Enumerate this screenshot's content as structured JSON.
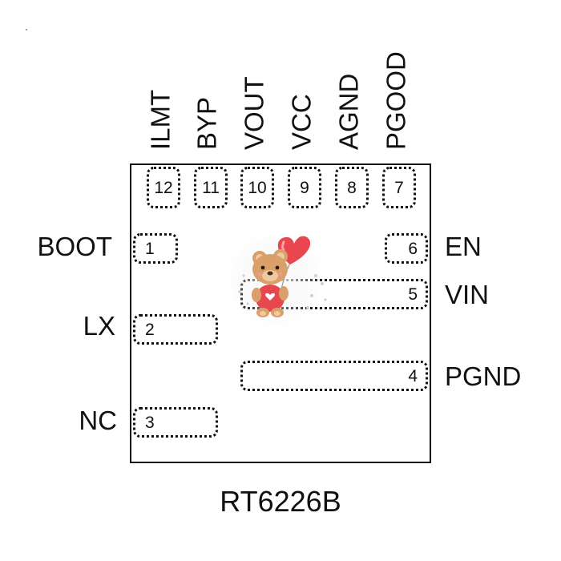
{
  "part_name": "RT6226B",
  "top_pins": [
    {
      "number": "12",
      "label": "ILMT"
    },
    {
      "number": "11",
      "label": "BYP"
    },
    {
      "number": "10",
      "label": "VOUT"
    },
    {
      "number": "9",
      "label": "VCC"
    },
    {
      "number": "8",
      "label": "AGND"
    },
    {
      "number": "7",
      "label": "PGOOD"
    }
  ],
  "left_pins": [
    {
      "number": "1",
      "label": "BOOT"
    },
    {
      "number": "2",
      "label": "LX"
    },
    {
      "number": "3",
      "label": "NC"
    }
  ],
  "right_pins": [
    {
      "number": "6",
      "label": "EN"
    },
    {
      "number": "5",
      "label": "VIN"
    },
    {
      "number": "4",
      "label": "PGND"
    }
  ],
  "colors": {
    "outline": "#111111",
    "heart": "#e8474f",
    "bear": "#d9a06a"
  },
  "icons": {
    "mascot": "teddy-bear-heart-balloon-icon"
  }
}
